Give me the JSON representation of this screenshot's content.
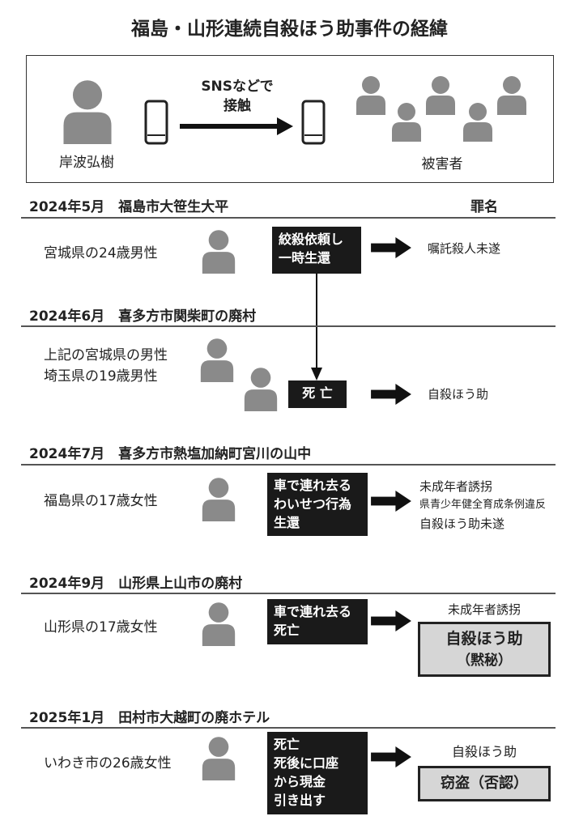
{
  "title": "福島・山形連続自殺ほう助事件の経緯",
  "top": {
    "perpetrator": "岸波弘樹",
    "contact_line1": "SNSなどで",
    "contact_line2": "接触",
    "victims": "被害者"
  },
  "crime_header": "罪名",
  "incidents": [
    {
      "header": "2024年5月　福島市大笹生大平",
      "victim": "宮城県の24歳男性",
      "event_lines": [
        "絞殺依頼し",
        "一時生還"
      ],
      "crime_lines": [
        "嘱託殺人未遂"
      ]
    },
    {
      "header": "2024年6月　喜多方市関柴町の廃村",
      "victim_lines": [
        "上記の宮城県の男性",
        "埼玉県の19歳男性"
      ],
      "event_lines": [
        "死 亡"
      ],
      "crime_lines": [
        "自殺ほう助"
      ]
    },
    {
      "header": "2024年7月　喜多方市熱塩加納町宮川の山中",
      "victim": "福島県の17歳女性",
      "event_lines": [
        "車で連れ去る",
        "わいせつ行為",
        "生還"
      ],
      "crime_lines": [
        "未成年者誘拐",
        "県青少年健全育成条例違反",
        "自殺ほう助未遂"
      ]
    },
    {
      "header": "2024年9月　山形県上山市の廃村",
      "victim": "山形県の17歳女性",
      "event_lines": [
        "車で連れ去る",
        "死亡"
      ],
      "crime_lines": [
        "未成年者誘拐"
      ],
      "boxed_line1": "自殺ほう助",
      "boxed_line2": "（黙秘）"
    },
    {
      "header": "2025年1月　田村市大越町の廃ホテル",
      "victim": "いわき市の26歳女性",
      "event_lines": [
        "死亡",
        "死後に口座",
        "から現金",
        "引き出す"
      ],
      "crime_lines": [
        "自殺ほう助"
      ],
      "boxed_line1": "窃盗（否認）"
    }
  ]
}
